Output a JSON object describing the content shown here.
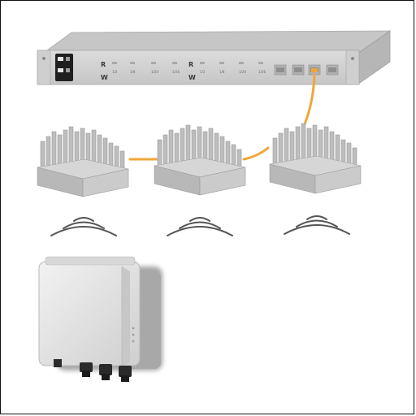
{
  "colors": {
    "rack_face": "#d2d2d2",
    "rack_top": "#c3c3c3",
    "heatsink": "#c9c9c9",
    "heatsink_dark": "#a9a9a9",
    "fiber": "#f0a63a",
    "wave": "#555555",
    "enclosure": "#dcdcdc"
  },
  "switch": {
    "brand_letters": [
      "R",
      "W"
    ],
    "port_labels": [
      "1/2",
      "1/8",
      "1/20",
      "1/26",
      "1/2",
      "1/8",
      "1/20",
      "1/26"
    ]
  },
  "icons": [
    "rack-switch",
    "heatsink-module",
    "wireless-wave-icon",
    "outdoor-enclosure",
    "fiber-cable"
  ]
}
